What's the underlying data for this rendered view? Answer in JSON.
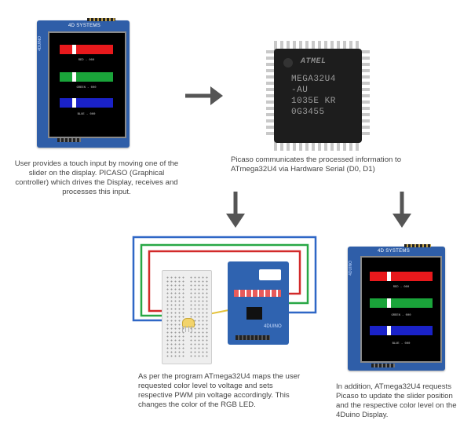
{
  "top_display": {
    "logo": "4D SYSTEMS",
    "side_text": "4DUINO",
    "sliders": [
      {
        "label": "RED - 000",
        "color": "#e8191c",
        "level": 0.25
      },
      {
        "label": "GREEN - 000",
        "color": "#1aa43a",
        "level": 0.25
      },
      {
        "label": "BLUE - 000",
        "color": "#1a22c8",
        "level": 0.25
      }
    ]
  },
  "bottom_display": {
    "logo": "4D SYSTEMS",
    "side_text": "4DUINO",
    "sliders": [
      {
        "label": "RED - 000",
        "color": "#e8191c",
        "level": 0.27
      },
      {
        "label": "GREEN - 000",
        "color": "#1aa43a",
        "level": 0.27
      },
      {
        "label": "BLUE - 000",
        "color": "#1a22c8",
        "level": 0.27
      }
    ]
  },
  "chip": {
    "logo": "ATMEL",
    "lines": [
      "MEGA32U4",
      "-AU",
      "1035E KR",
      "0G3455"
    ]
  },
  "arduino_label": "4DUINO",
  "captions": {
    "touch_input": "User provides a touch input by moving one of the slider on the display. PICASO (Graphical controller) which drives the Display, receives and processes this input.",
    "picaso_comm": "Picaso communicates the processed information to ATmega32U4 via Hardware Serial (D0, D1)",
    "pwm_map": "As per the program ATmega32U4 maps the user requested color level to voltage and sets respective PWM pin voltage accordingly. This changes the color of the RGB LED.",
    "update_slider": "In addition, ATmega32U4 requests Picaso to update the slider position and the respective color level on the 4Duino Display."
  },
  "colors": {
    "arrow": "#555555",
    "wire_blue": "#2f67c6",
    "wire_red": "#d22a2a",
    "wire_green": "#28a745",
    "wire_yellow": "#e4c23a"
  }
}
